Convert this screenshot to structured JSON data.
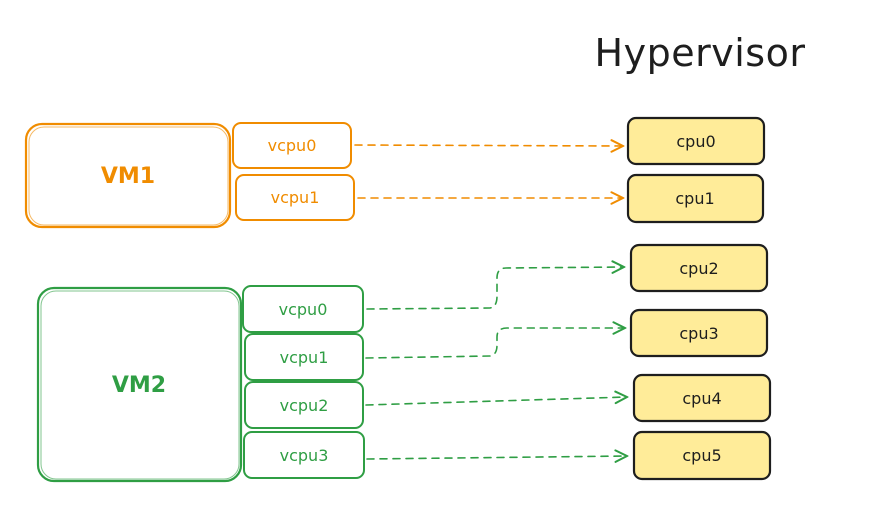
{
  "title": "Hypervisor",
  "colors": {
    "vm1": "#f08c00",
    "vm2": "#2f9e44",
    "cpu_fill": "#ffec99",
    "cpu_stroke": "#1e1e1e"
  },
  "vm1": {
    "label": "VM1",
    "vcpus": [
      {
        "label": "vcpu0",
        "maps_to": "cpu0"
      },
      {
        "label": "vcpu1",
        "maps_to": "cpu1"
      }
    ]
  },
  "vm2": {
    "label": "VM2",
    "vcpus": [
      {
        "label": "vcpu0",
        "maps_to": "cpu2"
      },
      {
        "label": "vcpu1",
        "maps_to": "cpu3"
      },
      {
        "label": "vcpu2",
        "maps_to": "cpu4"
      },
      {
        "label": "vcpu3",
        "maps_to": "cpu5"
      }
    ]
  },
  "cpus": [
    "cpu0",
    "cpu1",
    "cpu2",
    "cpu3",
    "cpu4",
    "cpu5"
  ]
}
